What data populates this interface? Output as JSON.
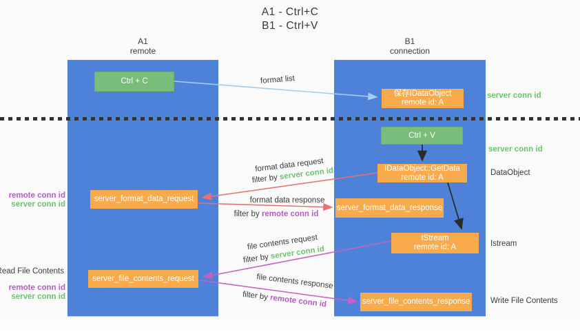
{
  "title": {
    "line1": "A1 - Ctrl+C",
    "line2": "B1 - Ctrl+V"
  },
  "columns": {
    "left": {
      "name": "A1",
      "sub": "remote"
    },
    "right": {
      "name": "B1",
      "sub": "connection"
    }
  },
  "boxes": {
    "ctrl_c": {
      "label": "Ctrl + C"
    },
    "ctrl_v": {
      "label": "Ctrl + V"
    },
    "save_dataobject": {
      "line1": "保存IDataObject",
      "line2": "remote id: A"
    },
    "getdata": {
      "line1": "IDataObject::GetData",
      "line2": "remote id: A"
    },
    "istream": {
      "line1": "IStream",
      "line2": "remote id: A"
    },
    "format_request": {
      "label": "server_format_data_request"
    },
    "format_response": {
      "label": "server_format_data_response"
    },
    "file_request": {
      "label": "server_file_contents_request"
    },
    "file_response": {
      "label": "server_file_contents_response"
    }
  },
  "arrow_labels": {
    "format_list": "format list",
    "format_data_request": "format data request",
    "format_data_response": "format data response",
    "file_contents_request": "file contents request",
    "file_contents_response": "file contents response",
    "filter_by": "filter by",
    "server_conn_id": "server conn id",
    "remote_conn_id": "remote conn id"
  },
  "side_labels": {
    "server_conn_id": "server conn id",
    "remote_conn_id": "remote conn id",
    "dataobject": "DataObject",
    "istream": "Istream",
    "read_file_contents": "Read File Contents",
    "write_file_contents": "Write File Contents"
  },
  "colors": {
    "background": "#FAFAFA",
    "column_blue": "#4E82D8",
    "box_orange": "#F7AB4C",
    "box_green": "#7ABD7A",
    "arrow_red": "#E87272",
    "arrow_magenta": "#C462C4",
    "arrow_blue": "#A5CDEE",
    "arrow_black": "#2B2B2B",
    "text_green": "#6FC26F",
    "text_purple": "#B05EC3",
    "text_dark": "#3C3C3C",
    "divider": "#333333"
  }
}
